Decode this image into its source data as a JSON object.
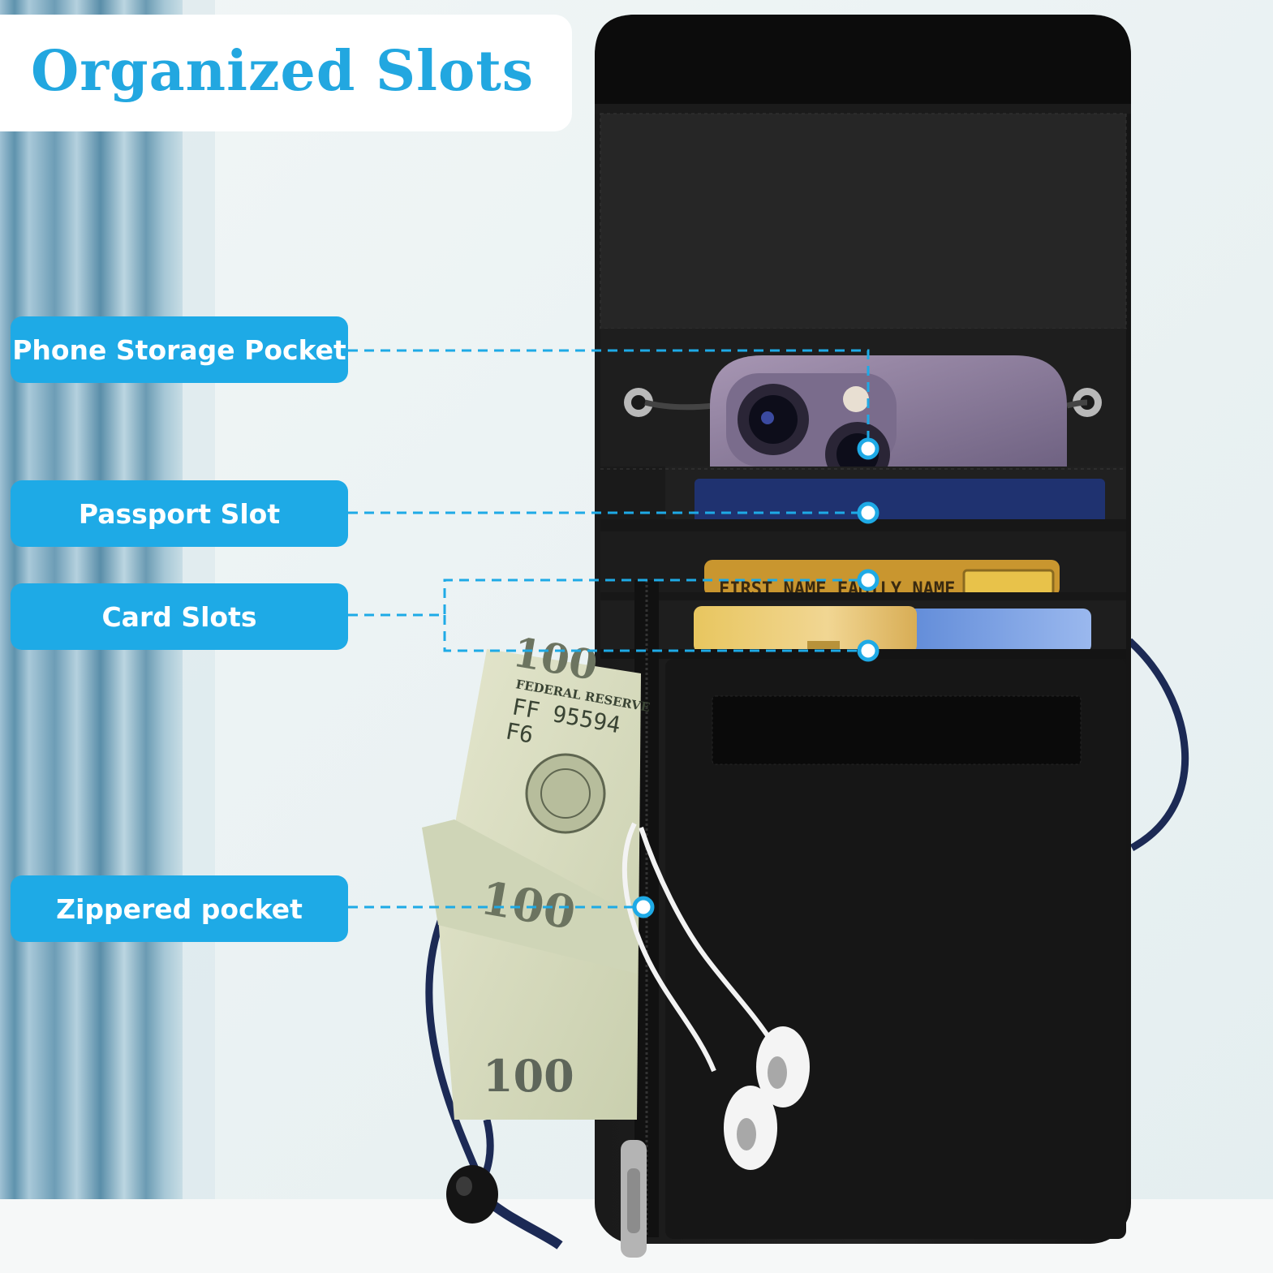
{
  "title": "Organized Slots",
  "callouts": [
    {
      "id": "phone",
      "label": "Phone Storage Pocket"
    },
    {
      "id": "passport",
      "label": "Passport Slot"
    },
    {
      "id": "cards",
      "label": "Card Slots"
    },
    {
      "id": "zip",
      "label": "Zippered pocket"
    }
  ],
  "card_text": "FIRST NAME FAMILY NAME",
  "banknote": {
    "serial": "FF 95594",
    "block": "F6",
    "bank": "FEDERAL RESERVE",
    "value": "100"
  },
  "colors": {
    "accent": "#1eaae6",
    "title": "#22a7e0",
    "wallet": "#141414",
    "passport": "#1f3270",
    "phone": "#8f7f9c",
    "cord": "#1c2a55"
  }
}
